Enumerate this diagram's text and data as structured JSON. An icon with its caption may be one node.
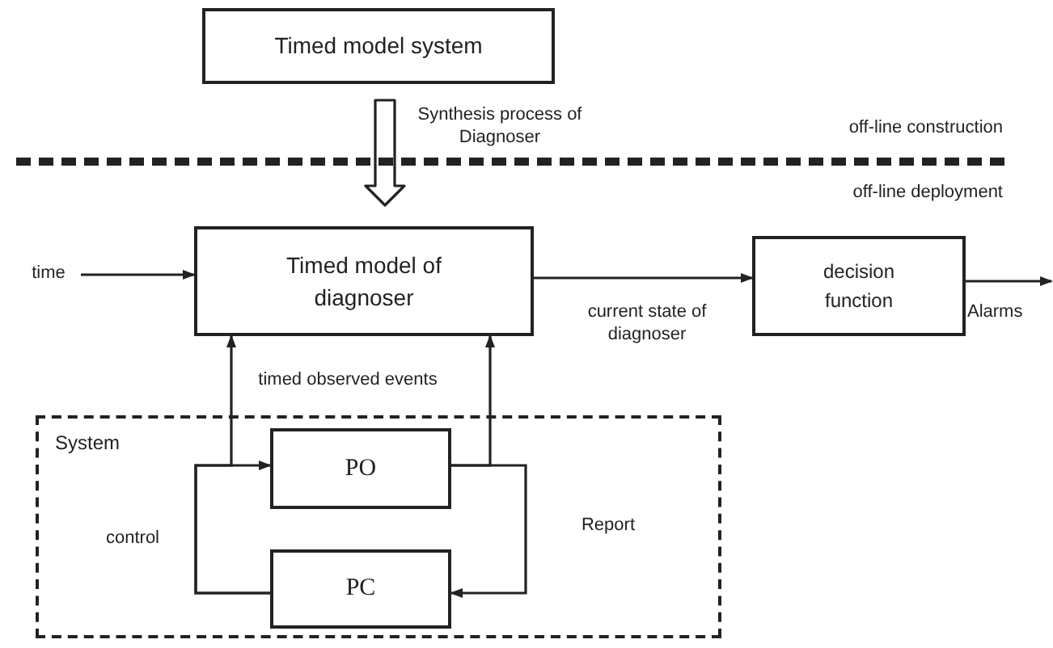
{
  "diagram": {
    "nodes": [
      {
        "text": [
          "Timed model system"
        ]
      },
      {
        "text": [
          "time"
        ]
      },
      {
        "text": [
          "Timed model of diagnoser"
        ]
      },
      {
        "text": [
          "decision function"
        ]
      },
      {
        "text": [
          "System"
        ]
      },
      {
        "text": [
          "PO"
        ],
        "in": 4
      },
      {
        "text": [
          "PC"
        ],
        "in": 4
      }
    ],
    "edges": [
      {
        "from": 0,
        "to": 2,
        "arrow": "to",
        "label": "Synthesis process of Diagnoser",
        "style": "thick"
      },
      {
        "from": 1,
        "to": 2,
        "arrow": "to"
      },
      {
        "from": 2,
        "to": 3,
        "arrow": "to",
        "label": "current state of diagnoser"
      },
      {
        "from": 3,
        "to": null,
        "arrow": "to",
        "label": "Alarms"
      },
      {
        "from": 6,
        "to": 5,
        "arrow": "to",
        "label": "control"
      },
      {
        "from": 5,
        "to": 6,
        "arrow": "to",
        "label": "Report"
      },
      {
        "from": 6,
        "to": 2,
        "arrow": "to"
      },
      {
        "from": 5,
        "to": 2,
        "arrow": "to"
      }
    ],
    "labels": [
      "off-line construction",
      "off-line deployment",
      "timed observed events"
    ]
  }
}
